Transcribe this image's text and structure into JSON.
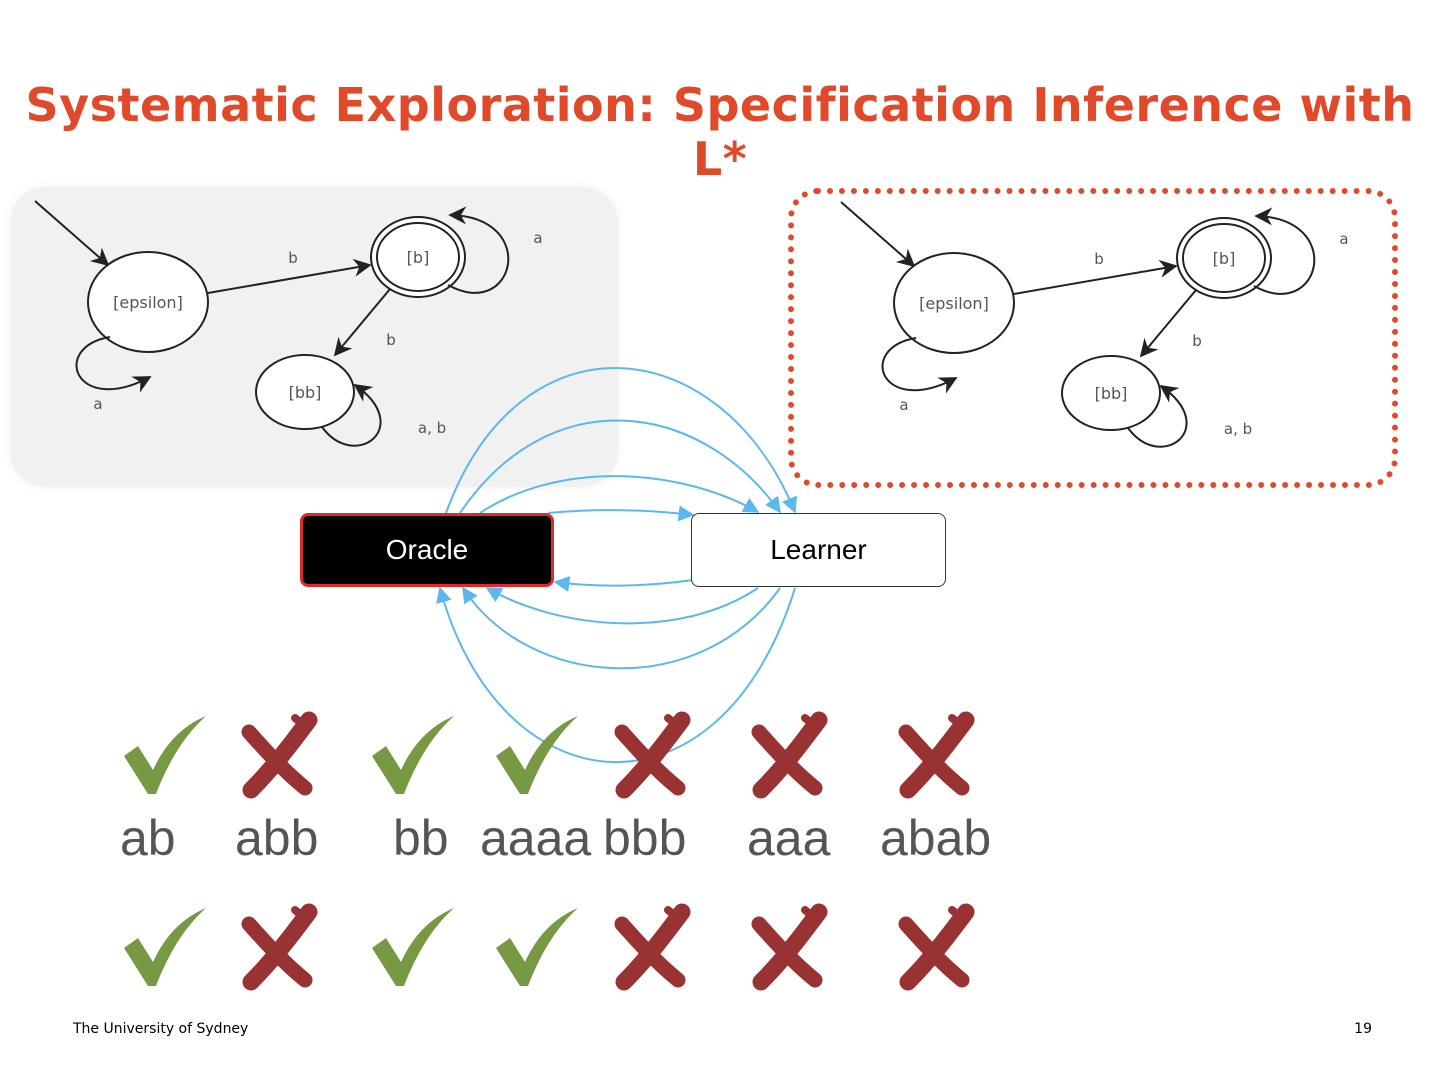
{
  "slide": {
    "title": "Systematic Exploration: Specification Inference with L*",
    "footer": "The University of Sydney",
    "page_number": "19"
  },
  "automaton": {
    "states": {
      "start": "[epsilon]",
      "accept": "[b]",
      "sink": "[bb]"
    },
    "edges": {
      "start_self": "a",
      "start_to_accept": "b",
      "accept_self": "a",
      "accept_to_sink": "b",
      "sink_self": "a, b"
    }
  },
  "boxes": {
    "oracle": "Oracle",
    "learner": "Learner"
  },
  "colors": {
    "title": "#e04a2a",
    "check": "#779944",
    "cross": "#993333",
    "arrow": "#5bb8ee",
    "panel_border": "#e04a2a"
  },
  "queries": [
    {
      "word": "ab",
      "top": "check",
      "bottom": "check"
    },
    {
      "word": "abb",
      "top": "cross",
      "bottom": "cross"
    },
    {
      "word": "bb",
      "top": "check",
      "bottom": "check"
    },
    {
      "word": "aaaa",
      "top": "check",
      "bottom": "check"
    },
    {
      "word": "bbb",
      "top": "cross",
      "bottom": "cross"
    },
    {
      "word": "aaa",
      "top": "cross",
      "bottom": "cross"
    },
    {
      "word": "abab",
      "top": "cross",
      "bottom": "cross"
    }
  ]
}
